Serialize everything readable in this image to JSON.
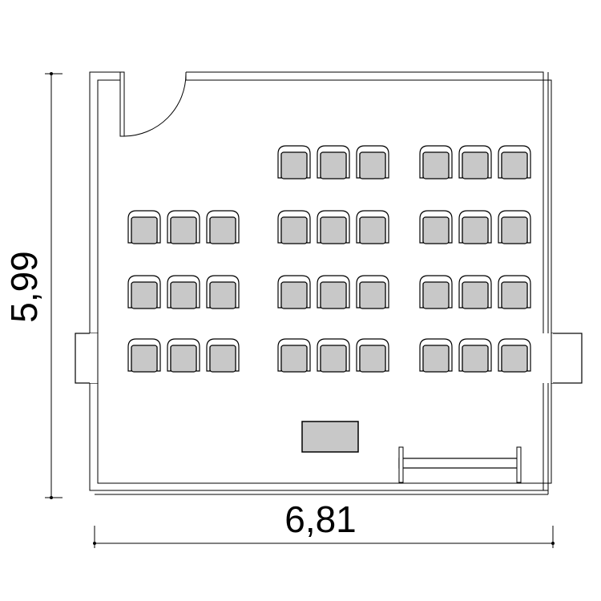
{
  "plan": {
    "dimensions": {
      "width_label": "6,81",
      "height_label": "5,99"
    },
    "seating": {
      "rows": 4,
      "chairs_per_group": 3,
      "groups_per_row": [
        2,
        3,
        3,
        3
      ],
      "total_chairs": 33
    },
    "colors": {
      "seat_fill": "#c8c8c8",
      "line": "#000000",
      "background": "#ffffff"
    }
  }
}
